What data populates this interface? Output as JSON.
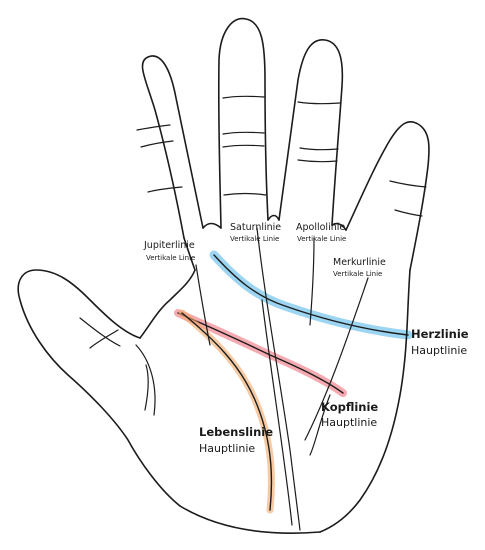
{
  "diagram": {
    "lines": {
      "herzlinie": {
        "name": "Herzlinie",
        "type": "Hauptlinie",
        "color": "#4ab3e6"
      },
      "kopflinie": {
        "name": "Kopflinie",
        "type": "Hauptlinie",
        "color": "#ee6f7c"
      },
      "lebenslinie": {
        "name": "Lebenslinie",
        "type": "Hauptlinie",
        "color": "#f0a868"
      }
    },
    "vertical_lines": {
      "jupiterlinie": {
        "name": "Jupiterlinie",
        "type": "Vertikale Linie"
      },
      "saturnlinie": {
        "name": "Saturnlinie",
        "type": "Vertikale Linie"
      },
      "apollolinie": {
        "name": "Apollolinie",
        "type": "Vertikale Linie"
      },
      "merkurlinie": {
        "name": "Merkurlinie",
        "type": "Vertikale Linie"
      }
    }
  }
}
